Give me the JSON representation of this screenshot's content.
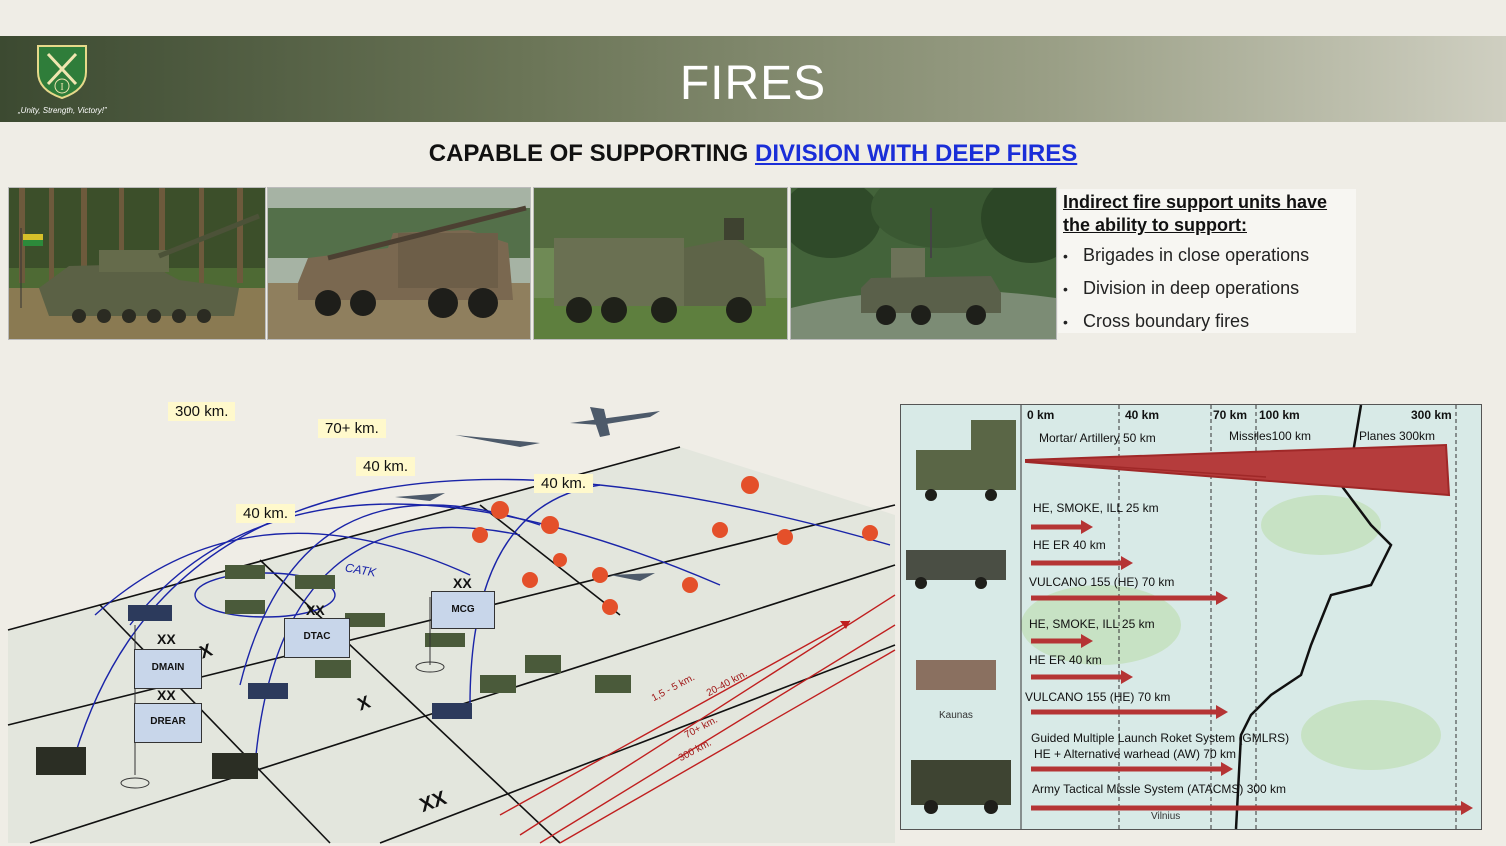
{
  "header": {
    "title": "FIRES",
    "motto": "„Unity, Strength, Victory!”",
    "emblem_numeral": "I"
  },
  "subtitle": {
    "prefix": "CAPABLE OF SUPPORTING ",
    "highlight": "DIVISION WITH DEEP FIRES"
  },
  "photos": [
    {
      "subject": "self-propelled-howitzer-tracked"
    },
    {
      "subject": "truck-mounted-howitzer"
    },
    {
      "subject": "rocket-launcher-truck"
    },
    {
      "subject": "radar-truck"
    }
  ],
  "info": {
    "title": "Indirect fire support units have the ability to support:",
    "items": [
      "Brigades in close operations",
      "Division in deep operations",
      "Cross boundary fires"
    ]
  },
  "left_diagram": {
    "range_labels": [
      "300 km.",
      "70+ km.",
      "40 km.",
      "40 km.",
      "40 km."
    ],
    "units": [
      "DMAIN",
      "DREAR",
      "DTAC",
      "MCG"
    ],
    "echelon_marks": [
      "XX",
      "XX",
      "XX",
      "XX",
      "X",
      "X",
      "XX"
    ],
    "route_label": "CATK",
    "distance_labels": [
      "1,5 - 5 km.",
      "20-40 km.",
      "70+ km.",
      "300 km."
    ]
  },
  "right_diagram": {
    "scale": [
      "0 km",
      "40 km",
      "70 km",
      "100 km",
      "300 km"
    ],
    "top_ranges": [
      "Mortar/ Artillery 50 km",
      "Missiles100 km",
      "Planes 300km"
    ],
    "weapon_rows": [
      "HE, SMOKE, ILL 25 km",
      "HE ER 40 km",
      "VULCANO 155 (HE) 70 km",
      "HE, SMOKE, ILL 25 km",
      "HE ER 40 km",
      "VULCANO 155 (HE) 70 km",
      "Guided Multiple Launch Roket System (GMLRS)",
      "HE + Alternative warhead (AW) 70 km",
      "Army Tactical Missle System (ATACMS) 300 km"
    ],
    "place_names": [
      "Kaunas",
      "Vilnius"
    ]
  }
}
